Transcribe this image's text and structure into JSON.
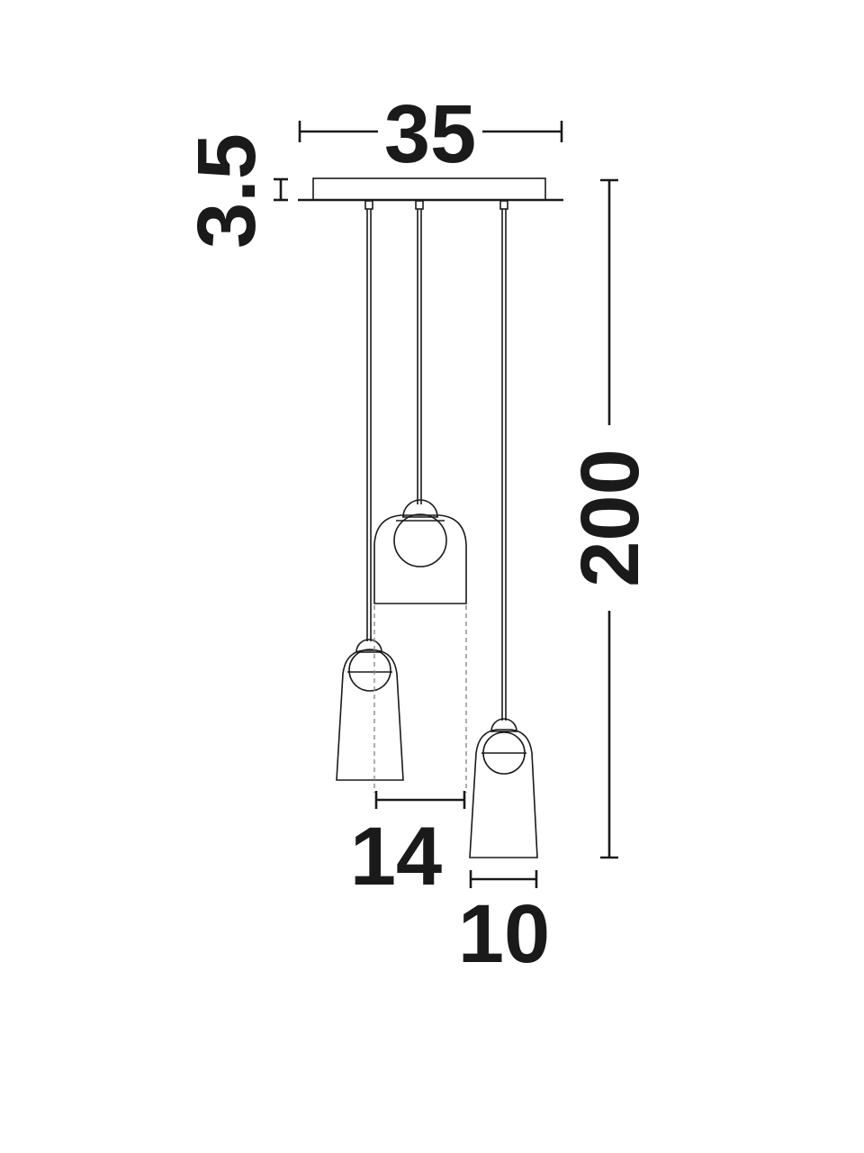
{
  "diagram": {
    "dimensions": {
      "width_label": "35",
      "canopy_height_label": "3.5",
      "total_height_label": "200",
      "center_shade_label": "14",
      "small_shade_label": "10"
    },
    "colors": {
      "line": "#1a1a1a",
      "dashed_guide": "#8a8a8a",
      "background": "#ffffff"
    }
  }
}
